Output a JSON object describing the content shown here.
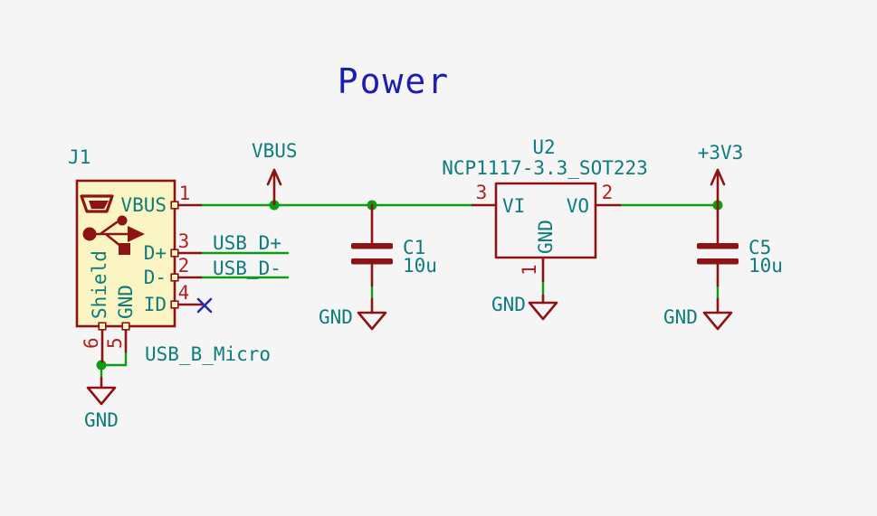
{
  "title": "Power",
  "colors": {
    "wire": "#109c10",
    "symbol": "#8c1414",
    "pin_number": "#b42020",
    "text": "#0e7c7c",
    "title": "#1d1dae",
    "no_connect": "#2a2aae",
    "body_fill": "#fbf5c3",
    "background": "#f5f5f6"
  },
  "power_nets": {
    "vbus": "VBUS",
    "p3v3": "+3V3"
  },
  "net_labels": {
    "usb_dp": "USB_D+",
    "usb_dm": "USB_D-"
  },
  "j1": {
    "ref": "J1",
    "value": "USB_B_Micro",
    "pin_names": {
      "p1": "VBUS",
      "p3": "D+",
      "p2": "D-",
      "p4": "ID",
      "p6": "Shield",
      "p5": "GND"
    },
    "pin_numbers": {
      "p1": "1",
      "p3": "3",
      "p2": "2",
      "p4": "4",
      "p6": "6",
      "p5": "5"
    },
    "gnd_label": "GND"
  },
  "c1": {
    "ref": "C1",
    "value": "10u",
    "gnd_label": "GND"
  },
  "u2": {
    "ref": "U2",
    "value": "NCP1117-3.3_SOT223",
    "pin_names": {
      "vi": "VI",
      "vo": "VO",
      "gnd": "GND"
    },
    "pin_numbers": {
      "vi": "3",
      "vo": "2",
      "gnd": "1"
    },
    "gnd_label": "GND"
  },
  "c5": {
    "ref": "C5",
    "value": "10u",
    "gnd_label": "GND"
  }
}
